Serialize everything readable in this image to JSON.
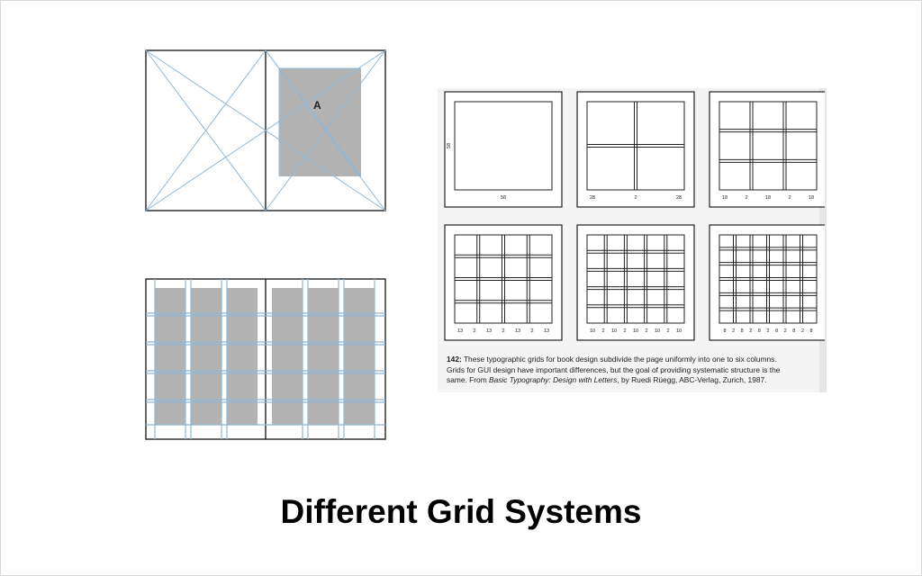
{
  "slide": {
    "title": "Different Grid Systems"
  },
  "figure_a": {
    "label": "A"
  },
  "figure_grids": {
    "panels": [
      {
        "dim_top": "",
        "dim_side": "58",
        "bottom_labels": [
          "58"
        ]
      },
      {
        "bottom_labels": [
          "28",
          "2",
          "28"
        ]
      },
      {
        "bottom_labels": [
          "18",
          "2",
          "18",
          "2",
          "18"
        ]
      },
      {
        "bottom_labels": [
          "13",
          "2",
          "13",
          "2",
          "13",
          "2",
          "13"
        ]
      },
      {
        "bottom_labels": [
          "10",
          "2",
          "10",
          "2",
          "10",
          "2",
          "10",
          "2",
          "10"
        ]
      },
      {
        "bottom_labels": [
          "8",
          "2",
          "8",
          "2",
          "8",
          "2",
          "8",
          "2",
          "8",
          "2",
          "8"
        ]
      }
    ],
    "caption": {
      "number": "142:",
      "line1": " These typographic grids for book design subdivide the page uniformly into one to six columns.",
      "line2": "Grids for GUI design have important differences, but the goal of providing systematic structure is the",
      "line3a": "same. From ",
      "book_title": "Basic Typography: Design with Letters",
      "line3b": ", by Ruedi Rüegg, ABC-Verlag, Zurich, 1987."
    }
  },
  "colors": {
    "guide_blue": "#8fb8d8",
    "gray_block": "#b3b3b3",
    "line_black": "#222222"
  }
}
